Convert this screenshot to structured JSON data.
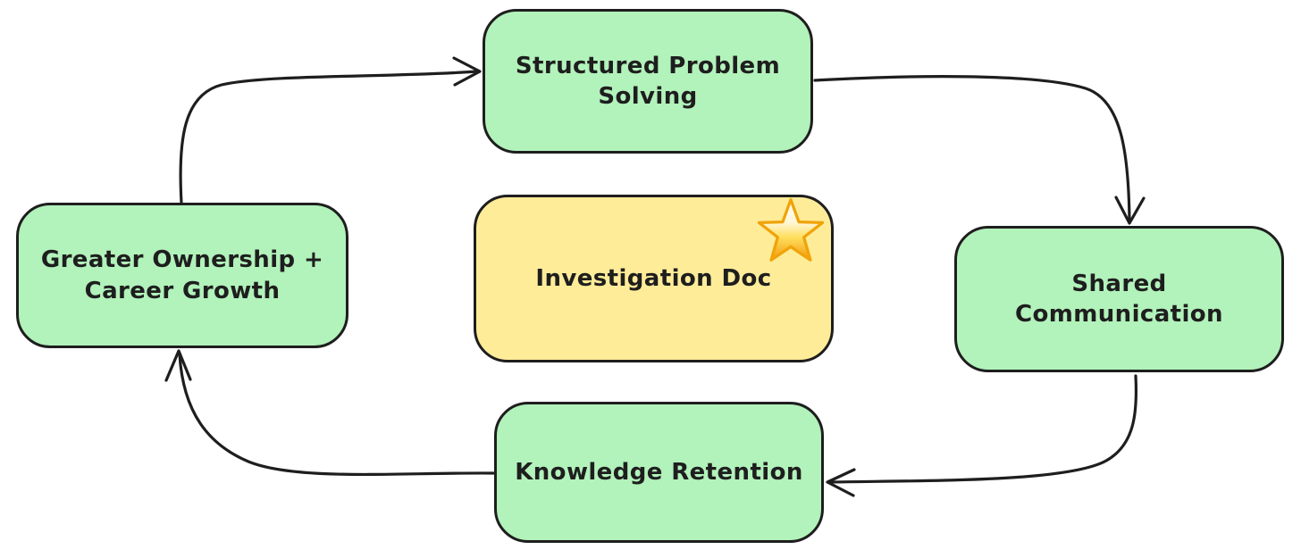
{
  "diagram": {
    "type": "cycle-flowchart",
    "background": "#ffffff",
    "stroke_color": "#1e1e1e",
    "node_fill_green": "#b2f2bb",
    "node_fill_yellow": "#ffec99",
    "nodes": {
      "top": {
        "id": "structured-problem-solving",
        "label": "Structured Problem\nSolving",
        "fill": "#b2f2bb"
      },
      "left": {
        "id": "greater-ownership-career-growth",
        "label": "Greater Ownership +\nCareer Growth",
        "fill": "#b2f2bb"
      },
      "center": {
        "id": "investigation-doc",
        "label": "Investigation Doc",
        "fill": "#ffec99",
        "icon": "star-emoji"
      },
      "right": {
        "id": "shared-communication",
        "label": "Shared Communication",
        "fill": "#b2f2bb"
      },
      "bottom": {
        "id": "knowledge-retention",
        "label": "Knowledge Retention",
        "fill": "#b2f2bb"
      }
    },
    "edges": [
      {
        "from": "greater-ownership-career-growth",
        "to": "structured-problem-solving",
        "style": "curved-open-arrow"
      },
      {
        "from": "structured-problem-solving",
        "to": "shared-communication",
        "style": "curved-open-arrow"
      },
      {
        "from": "shared-communication",
        "to": "knowledge-retention",
        "style": "curved-open-arrow"
      },
      {
        "from": "knowledge-retention",
        "to": "greater-ownership-career-growth",
        "style": "curved-open-arrow"
      }
    ]
  }
}
